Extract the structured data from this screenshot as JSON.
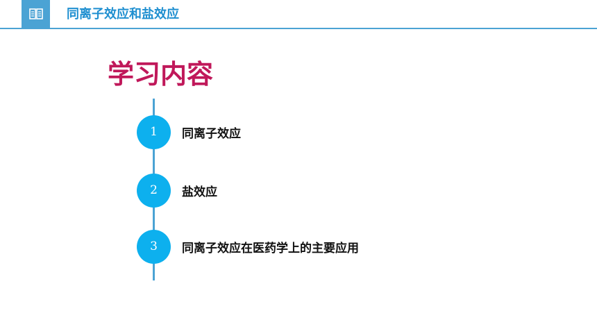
{
  "header": {
    "icon": "book-icon",
    "title": "同离子效应和盐效应"
  },
  "heading": "学习内容",
  "items": [
    {
      "number": "1",
      "label": "同离子效应"
    },
    {
      "number": "2",
      "label": "盐效应"
    },
    {
      "number": "3",
      "label": "同离子效应在医药学上的主要应用"
    }
  ],
  "colors": {
    "accent_blue": "#4ba3d4",
    "circle_blue": "#0db0ee",
    "heading_magenta": "#c0185a",
    "title_blue": "#1f8fd0"
  }
}
